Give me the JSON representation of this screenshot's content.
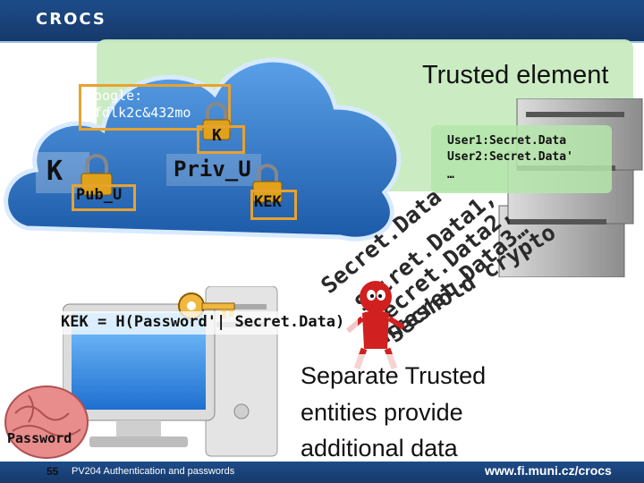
{
  "header": {
    "logo_text": "CROCS"
  },
  "slide": {
    "title": "Trusted element",
    "google_label": "Google:",
    "google_value": "Sfdlk2c&432mo",
    "k_lock_label": "K",
    "k_big": "K",
    "pub_label": "Pub_U",
    "priv_label": "Priv_U",
    "kek_label": "KEK",
    "server_lines": [
      "User1:Secret.Data",
      "User2:Secret.Data'",
      "…"
    ],
    "rotated_lines": [
      "Secret.Data",
      "Secret.Data1,",
      "Secret.Data2,",
      "Secret.Data3…",
      "Threshold crypto"
    ],
    "formula": "KEK = H(Password'| Secret.Data)",
    "password_label": "Password",
    "separate_text": [
      "Separate Trusted",
      "entities provide",
      "additional data"
    ]
  },
  "footer": {
    "page_number": "55",
    "course_label": "PV204 Authentication and passwords",
    "url": "www.fi.muni.cz/crocs"
  },
  "colors": {
    "header_bg": "#1d4c8a",
    "panel_green": "#c8ebc0",
    "cloud_blue": "#2f78c8",
    "lock_gold": "#e0a21a",
    "orange_box": "#e7a230"
  }
}
